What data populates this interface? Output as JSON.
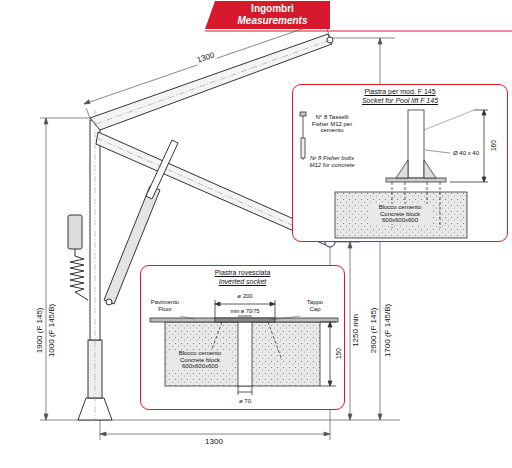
{
  "diagram": {
    "nodes": [
      {
        "text": [
          "Ingombri",
          "Measurements"
        ]
      },
      {
        "text": [
          "Piastra per mod. F 145",
          "Socket for Pool lift F 145"
        ]
      },
      {
        "text": [
          "Piastra rovesciata",
          "Inverted socket"
        ]
      }
    ],
    "labels": [
      "1300",
      "1900 (F 145)",
      "1000 (F 145/B)",
      "1250 min",
      "2600 (F 145)",
      "1700 (F 145/B)",
      "1300",
      "N° 8 Tasselli Fisher M12 per cemento",
      "Nr 8 Fisher bolts M12 for concrete",
      "160",
      "Ø 40 x 40",
      "Blocco cemento Concrete block 600x600x600",
      "ø 200",
      "min ø 70/75",
      "Pavimento Floor",
      "Tappo Cap",
      "150",
      "Blocco cemento Concrete block 600x600x600",
      "ø 70"
    ]
  }
}
